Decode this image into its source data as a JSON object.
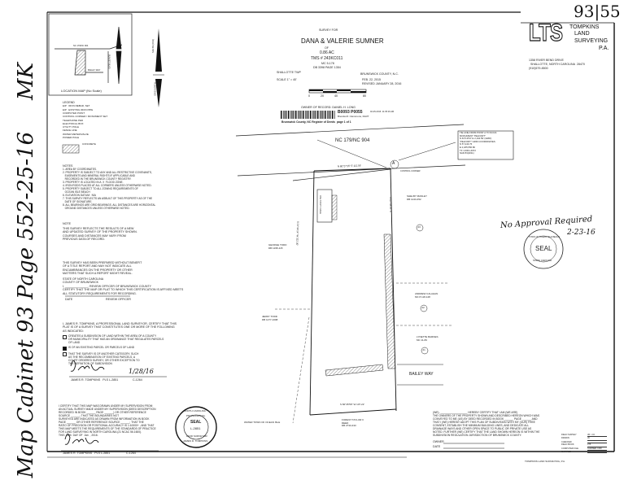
{
  "margin_notes": {
    "cabinet_page": "Map Cabinet 93 Page 55",
    "date": "2-25-16",
    "initials": "MK",
    "top_right": "93|55"
  },
  "title_block": {
    "survey_for": "SURVEY FOR",
    "client": "DANA & VALERIE SUMNER",
    "of": "OF",
    "acreage": "0.86 AC",
    "tms": "TMS # 243KC011",
    "mc": "MC 5-178",
    "deed": "DB 3398 PAGE 1354",
    "township": "SHALLOTTE TWP",
    "county": "BRUNSWICK COUNTY, N.C.",
    "scale": "SCALE 1\" = 40'",
    "date": "FEB. 22, 2015",
    "revised": "REVISED JANUARY 28, 2016",
    "scale_ticks": [
      "0",
      "20",
      "40",
      "80"
    ],
    "owner_of_record": "OWNER OF RECORD: DANIEL H. LONG"
  },
  "recording_stamp": {
    "book_page": "B0093 P0055",
    "date_time": "02-25-2016  11:35:16 AM",
    "register": "Brenda M. Clemmons, RLRT",
    "county_line": "Brunswick County, NC Register of Deeds  page 1 of 1"
  },
  "company": {
    "logo_text": "LTS",
    "name_lines": [
      "TOMPKINS",
      "LAND",
      "SURVEYING",
      "P.A."
    ],
    "address": "1358 RIVER BEND DRIVE",
    "city": "SHALLOTTE, NORTH CAROLINA  28470",
    "phone": "(910)579-8500"
  },
  "location_map": {
    "label": "LOCATION MAP (No Scale)",
    "road_1": "NC 179/NC 904",
    "road_2": "BAILEY WAY",
    "road_3": "SUNSET BLVD"
  },
  "north_arrow": {
    "top": "NAD 83 (2011)",
    "bottom": "GRID NORTH"
  },
  "legend": {
    "title": "LEGEND",
    "items": [
      "EIP   IRON REBAR, SET",
      "EIP   EXISTING IRON PIPE",
      "COMPUTED POINT",
      "CONTROL CORNER / MONUMENT SET",
      "TELEPHONE PED",
      "ELECTRICAL BOX",
      "UTILITY POLE",
      "FENCE LINE",
      "WATER METER/VALVE",
      "POWER POLE",
      "CONCRETE"
    ]
  },
  "notes": {
    "title": "NOTES",
    "items": [
      "1. AREA BY COORDINATES.",
      "2. PROPERTY IS SUBJECT TO ANY AND ALL RESTRICTIVE COVENANTS,\n   EASEMENTS AND MINERAL RIGHTS IF APPLICABLE AND\n   RECORDED IN THE BRUNSWICK COUNTY REGISTRY.",
      "3. PROPERTY IS LOCATED IN A  X  FLOOD ZONE.",
      "4. IRON RODS PLACED AT ALL CORNERS UNLESS OTHERWISE NOTED.",
      "5. PROPERTY SUBJECT TO ALL ZONING REQUIREMENTS OF\n   OCEAN ISLE BEACH",
      "6. ELEVATION DATUM:  N/A",
      "7. THIS SURVEY REFLECTS AN ASBUILT OF THIS PROPERTY AS OF THE\n   DATE OF SIGNATURE.",
      "8. ALL BEARINGS ARE GRID BEARINGS. ALL DISTANCES ARE HORIZONTAL\n   GROUND DISTANCES UNLESS OTHERWISE NOTED."
    ],
    "note2_title": "NOTE",
    "note2": "THIS SURVEY REFLECTS THE RESULTS OF A NEW\nAND UPDATED SURVEY OF THE PROPERTY SHOWN.\nCOURSES AND DISTANCES MAY VARY FROM\nPREVIOUS DATA OF RECORD.",
    "title_report": "THIS SURVEY HAS BEEN PREPARED WITHOUT BENEFIT\nOF A TITLE REPORT AND MAY NOT INDICATE ALL\nENCUMBRANCES ON THE PROPERTY OR OTHER\nMATTERS THAT SUCH A REPORT MIGHT REVEAL."
  },
  "review_officer": {
    "text": "STATE OF NORTH CAROLINA\nCOUNTY OF BRUNSWICK\nI, ______________, REVIEW OFFICER OF BRUNSWICK COUNTY\nCERTIFY THAT THE MAP OR PLAT TO WHICH THIS CERTIFICATION IS AFFIXED MEETS\nALL STATUTORY REQUIREMENTS FOR RECORDING.",
    "date_label": "DATE",
    "officer_label": "REVIEW OFFICER"
  },
  "surveyor_cert": {
    "intro": "I, JAMES R. TOMPKINS, A PROFESSIONAL LAND SURVEYOR, CERTIFY THAT THIS\nPLAT IS OF A SURVEY THAT CONSTITUTES ONE OR MORE OF THE FOLLOWING\nAS INDICATED:",
    "options": [
      "CREATES A SUBDIVISION OF LAND WITHIN THE AREA OF A COUNTY\nOR MUNICIPALITY THAT HAS AN ORDINANCE THAT REGULATES PARCELS\nOF LAND",
      "IS OF AN EXISTING PARCEL OR PARCELS OF LAND",
      "THAT THE SURVEY IS OF ANOTHER CATEGORY, SUCH\nAS THE RECOMBINATION OF EXISTING PARCELS, A\nCOURT ORDERED SURVEY, OR OTHER EXCEPTION TO\nTHE DEFINITION OF SUBDIVISION"
    ],
    "checked_index": 1,
    "sign_date": "1/28/16",
    "signer": "JAMES R. TOMPKINS   PLS L-2851",
    "license": "C-1264"
  },
  "drawn_cert": {
    "text": "I CERTIFY THAT THIS MAP WAS DRAWN UNDER MY SUPERVISION FROM\nAN ACTUAL SURVEY MADE UNDER MY SUPERVISION (DEED DESCRIPTION\nRECORDED IN BOOK ______ PAGE ______) OR OTHER REFERENCE\nSOURCE ______; THAT THE BOUNDARIES NOT\nSURVEYED ARE INDICATED AS DRAWN FROM INFORMATION IN BOOK\nPAGE ______ OR OTHER REFERENCE SOURCE ______; THAT THE\nRATIO OF PRECISION OR POSITIONAL ACCURACY IS 1:10000+ ; AND THAT\nTHIS MAP MEETS THE REQUIREMENTS OF THE STANDARDS OF PRACTICE\nFOR LAND SURVEYING IN NORTH CAROLINA (21 NCAC 56.1600).\nTHIS  28th  DAY OF  Jan  , 2016.",
    "signer": "JAMES R. TOMPKINS   PLS L-2851",
    "license": "C-1264"
  },
  "pls_seal": {
    "ring_top": "NORTH CAROLINA",
    "ring_mid": "PROFESSIONAL",
    "center": "SEAL",
    "number": "L-2851",
    "ring_low": "LAND SURVEYOR",
    "name": "JAMES R. TOMPKINS"
  },
  "approval": {
    "text": "No Approval Required",
    "date": "2-23-16",
    "seal_ring": "TOWN OF OCEAN ISLE BEACH",
    "seal_center": "SEAL",
    "seal_bottom": "NORTH CAROLINA"
  },
  "plat": {
    "road": "NC 179/NC 904",
    "point_a": "A",
    "front_bearing": "N 80°27'15\" E 112.56'",
    "control_corner": "CONTROL CORNER",
    "tie_box": "TIE LINE FROM POINT A TO NCGS\nMONUMENT \"PELFORT\"\nN 63°13'54\" E 2,164.59' (GRID)\n\"PELFORT\" GRID COORDINATES\nN 57,243.76\nE 2,185,556.80\nTF 1.0001-4972\nNAD 83(2011)",
    "west_line": "S 01°34'14\" W 322.00'",
    "east_line": "N 01°08'05\" E",
    "south_bearing": "S 82°45'59\" W 107.22'",
    "bailey_way": "BAILEY WAY",
    "neighbors": [
      {
        "name": "SHELBY MANLEY",
        "ref": "DB 1243-452",
        "lot": "23"
      },
      {
        "name": "ANDREW CALAHAN",
        "ref": "MC 8 118-128",
        "lot": "22"
      },
      {
        "name": "LYNETTE BARNES",
        "ref": "MC 11-83",
        "lot": "21"
      },
      {
        "name": "GEORGE TODD",
        "ref": "DB 1295-115",
        "lot": ""
      },
      {
        "name": "JERRY TODD",
        "ref": "DB 1277-1098",
        "lot": ""
      },
      {
        "name": "FOREST TAYLOR II",
        "ref": "DEED\nDB 2733-433",
        "lot": ""
      }
    ],
    "town_label": "WATER TOWN OF OCEAN ISLE",
    "building_label": "ONE STORY FRAME"
  },
  "owner_cert": {
    "text": "(WE), __________________ HEREBY CERTIFY THAT I AM (WE ARE)\nTHE OWNERS OF THE PROPERTY SHOWN AND DESCRIBED HEREON WHICH WAS\nCONVEYED TO ME (US) BY DEED RECORDED IN BOOK ______ PAGE ______ AND\nTHAT I (WE) HEREBY ADOPT THIS PLAN OF SUBDIVISION WITH MY (OUR) FREE\nCONSENT, ESTABLISH THE MINIMUM BUILDING LINES, AND DEDICATE ALL\nDRAINAGE WAYS AND OTHER OPEN SPACE TO PUBLIC OR PRIVATE USE AS\nNOTED. FURTHER (WE) CERTIFY THAT THE LAND SHOWN HEREON IS WITHIN THE\nSUBDIVISION REGULATION JURISDICTION OF BRUNSWICK COUNTY.",
    "owner_label": "OWNER",
    "date_label": "DATE"
  },
  "file_info": {
    "rows": [
      {
        "label": "FIELD SURVEY",
        "value": "JR / J.K."
      },
      {
        "label": "DRAWN",
        "value": "JK"
      },
      {
        "label": "CHECKED",
        "value": ""
      },
      {
        "label": "FIELD BOOK",
        "value": "375"
      },
      {
        "label": "COMPUTER FILE",
        "value": "SUMNER.CRD"
      },
      {
        "label": "MAP FILE",
        "value": ""
      }
    ],
    "footer": "TOMPKINS LAND SURVEYING, P.A."
  }
}
